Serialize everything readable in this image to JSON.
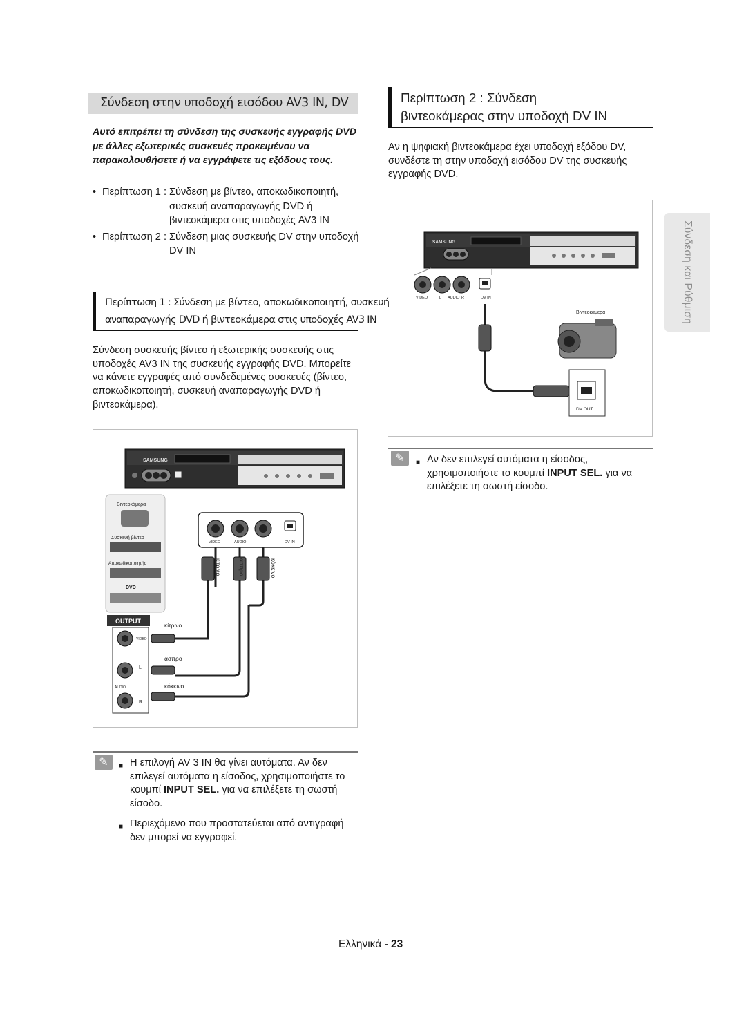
{
  "left": {
    "title": "Σύνδεση στην υποδοχή εισόδου AV3 IN, DV",
    "intro": "Αυτό επιτρέπει τη σύνδεση της συσκευής εγγραφής DVD με άλλες εξωτερικές συσκευές προκειμένου να παρακολουθήσετε ή να εγγράψετε τις εξόδους τους.",
    "bullets": [
      {
        "label": "Περίπτωση 1 :",
        "text": "Σύνδεση με βίντεο, αποκωδικοποιητή, συσκευή αναπαραγωγής DVD ή βιντεοκάμερα στις υποδοχές AV3 IN"
      },
      {
        "label": "Περίπτωση 2 :",
        "text": "Σύνδεση μιας συσκευής DV στην υποδοχή DV IN"
      }
    ],
    "case1_heading_line1": "Περίπτωση 1 : Σύνδεση με βίντεο, αποκωδικοποιητή, συσκευή",
    "case1_heading_line2": "αναπαραγωγής DVD ή βιντεοκάμερα στις υποδοχές AV3 IN",
    "case1_body": "Σύνδεση συσκευής βίντεο ή εξωτερικής συσκευής στις υποδοχές AV3 IN της συσκευής εγγραφής DVD. Μπορείτε να κάνετε εγγραφές από συνδεδεμένες συσκευές (βίντεο, αποκωδικοποιητή, συσκευή αναπαραγωγής DVD ή βιντεοκάμερα).",
    "diagram": {
      "brand": "SAMSUNG",
      "device_labels": [
        "Βιντεοκάμερα",
        "Συσκευή βίντεο",
        "Αποκωδικοποιητής",
        "DVD"
      ],
      "output_label": "OUTPUT",
      "jack_labels": [
        "VIDEO",
        "AUDIO",
        "DV IN"
      ],
      "cable_colors": [
        "κίτρινο",
        "άσπρο",
        "κόκκινο"
      ],
      "out_jacks": [
        "VIDEO",
        "L",
        "AUDIO",
        "R"
      ]
    },
    "notes": [
      {
        "pre": "Η επιλογή AV 3 IN θα γίνει αυτόματα. Αν δεν επιλεγεί αυτόματα η είσοδος, χρησιμοποιήστε το κουμπί ",
        "bold": "INPUT SEL.",
        "post": " για να επιλέξετε τη σωστή είσοδο."
      },
      {
        "pre": "Περιεχόμενο που προστατεύεται από αντιγραφή δεν μπορεί να εγγραφεί.",
        "bold": "",
        "post": ""
      }
    ]
  },
  "right": {
    "heading_line1": "Περίπτωση 2 : Σύνδεση",
    "heading_line2": "βιντεοκάμερας στην υποδοχή DV IN",
    "body": "Αν η ψηφιακή βιντεοκάμερα έχει υποδοχή εξόδου DV, συνδέστε τη στην υποδοχή εισόδου DV της συσκευής εγγραφής DVD.",
    "diagram": {
      "brand": "SAMSUNG",
      "jack_labels": [
        "VIDEO",
        "L",
        "AUDIO",
        "R",
        "DV IN"
      ],
      "camcorder_label": "Βιντεοκάμερα",
      "dv_out_label": "DV OUT"
    },
    "note": {
      "pre": "Αν δεν επιλεγεί αυτόματα η είσοδος, χρησιμοποιήστε το κουμπί ",
      "bold": "INPUT SEL.",
      "post": " για να επιλέξετε τη σωστή είσοδο."
    }
  },
  "side_tab": "Σύνδεση και Ρύθμιση",
  "footer": {
    "language": "Ελληνικά",
    "separator": " - ",
    "page": "23"
  },
  "icons": {
    "note": "note-pencil-icon",
    "bullet": "square-bullet-icon"
  }
}
